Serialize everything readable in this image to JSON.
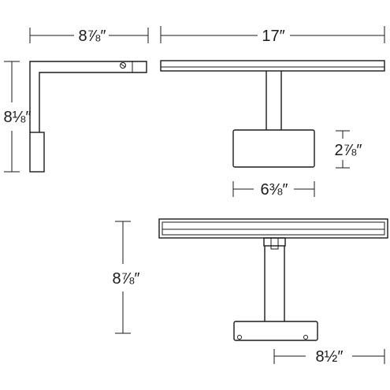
{
  "dimensions": {
    "side_arm_width": "8⅞″",
    "side_height": "8⅛″",
    "front_width": "17″",
    "front_base_height": "2⅞″",
    "front_base_width": "6⅜″",
    "angled_height": "8⅞″",
    "angled_base_width": "8½″"
  }
}
